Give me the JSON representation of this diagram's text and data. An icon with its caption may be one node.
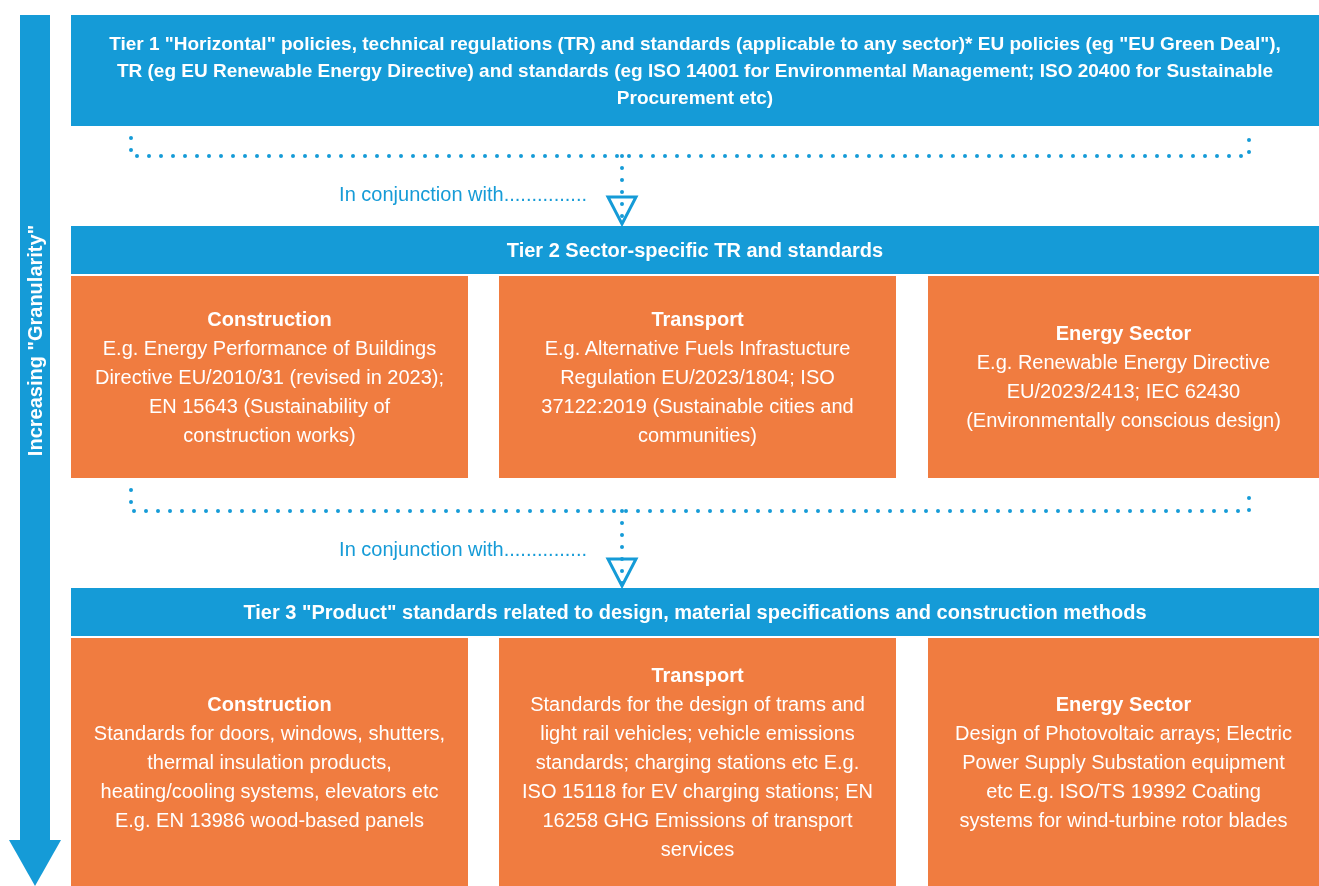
{
  "diagram": {
    "nodes": [
      {
        "text": [
          "Tier 1 \"Horizontal\" policies, technical regulations (TR) and standards (applicable to any sector)* EU policies (eg \"EU Green Deal\"), TR (eg EU Renewable Energy Directive) and standards (eg ISO 14001 for Environmental Management; ISO 20400 for Sustainable Procurement etc)"
        ]
      },
      {
        "text": [
          "Tier 2 Sector-specific TR and standards"
        ]
      },
      {
        "text": [
          "Construction",
          "E.g. Energy Performance of Buildings Directive EU/2010/31 (revised in 2023); EN 15643 (Sustainability of construction works)"
        ],
        "in": 1
      },
      {
        "text": [
          "Transport",
          "E.g. Alternative Fuels Infrastucture Regulation EU/2023/1804; ISO 37122:2019 (Sustainable cities and communities)"
        ],
        "in": 1
      },
      {
        "text": [
          "Energy Sector",
          "E.g. Renewable Energy Directive EU/2023/2413; IEC 62430 (Environmentally conscious design)"
        ],
        "in": 1
      },
      {
        "text": [
          "Tier 3 \"Product\" standards related to design, material specifications and construction methods"
        ]
      },
      {
        "text": [
          "Construction",
          "Standards for doors, windows, shutters, thermal insulation products, heating/cooling systems, elevators etc E.g. EN 13986 wood-based panels"
        ],
        "in": 5
      },
      {
        "text": [
          "Transport",
          "Standards for the design of trams and light rail vehicles; vehicle emissions standards; charging stations etc E.g. ISO 15118 for EV charging stations; EN 16258 GHG Emissions of transport services"
        ],
        "in": 5
      },
      {
        "text": [
          "Energy Sector",
          "Design of Photovoltaic arrays; Electric Power Supply Substation equipment etc E.g. ISO/TS 19392 Coating systems for wind-turbine rotor blades"
        ],
        "in": 5
      }
    ],
    "edges": [
      {
        "from": 0,
        "to": 1,
        "arrow": "to",
        "label": "In conjunction with..............."
      },
      {
        "from": 1,
        "to": 5,
        "arrow": "to",
        "label": "In conjunction with..............."
      }
    ],
    "labels": [
      "Increasing \"Granularity\""
    ]
  }
}
